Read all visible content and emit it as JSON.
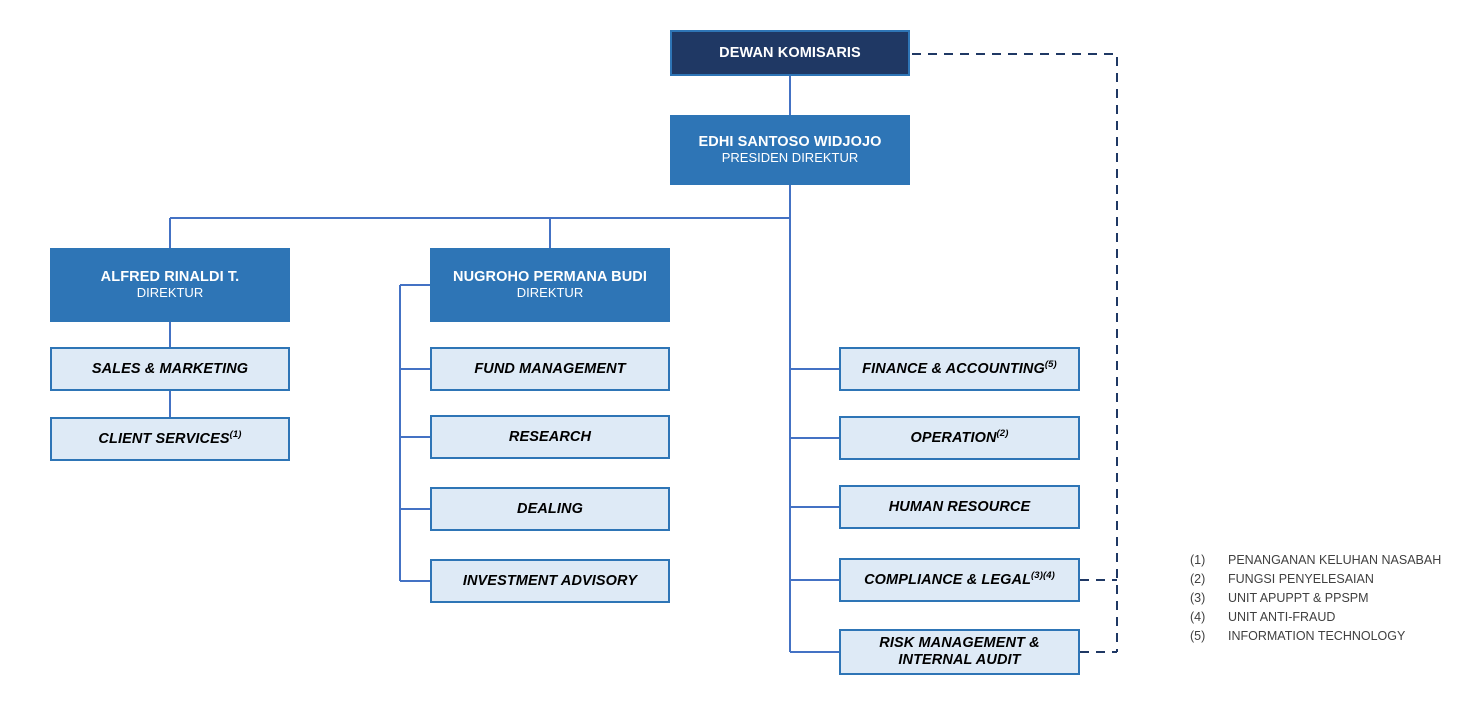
{
  "colors": {
    "dark_navy": "#1F3864",
    "mid_blue": "#2E75B6",
    "light_blue": "#DEEAF6",
    "connector": "#4472C4",
    "legend_text": "#404040"
  },
  "nodes": {
    "board": {
      "name": "DEWAN KOMISARIS"
    },
    "president": {
      "name": "EDHI SANTOSO WIDJOJO",
      "title": "PRESIDEN DIREKTUR"
    },
    "director_left": {
      "name": "ALFRED RINALDI T.",
      "title": "DIREKTUR"
    },
    "director_middle": {
      "name": "NUGROHO PERMANA BUDI",
      "title": "DIREKTUR"
    }
  },
  "units_left": [
    {
      "label": "SALES & MARKETING",
      "note": ""
    },
    {
      "label": "CLIENT SERVICES",
      "note": "(1)"
    }
  ],
  "units_middle": [
    {
      "label": "FUND MANAGEMENT",
      "note": ""
    },
    {
      "label": "RESEARCH",
      "note": ""
    },
    {
      "label": "DEALING",
      "note": ""
    },
    {
      "label": "INVESTMENT ADVISORY",
      "note": ""
    }
  ],
  "units_right": [
    {
      "label": "FINANCE & ACCOUNTING",
      "note": "(5)"
    },
    {
      "label": "OPERATION",
      "note": "(2)"
    },
    {
      "label": "HUMAN RESOURCE",
      "note": ""
    },
    {
      "label": "COMPLIANCE & LEGAL",
      "note": "(3)(4)"
    },
    {
      "label": "RISK MANAGEMENT &",
      "label2": "INTERNAL AUDIT",
      "note": ""
    }
  ],
  "legend": [
    {
      "num": "(1)",
      "text": "PENANGANAN KELUHAN NASABAH"
    },
    {
      "num": "(2)",
      "text": "FUNGSI PENYELESAIAN"
    },
    {
      "num": "(3)",
      "text": "UNIT APUPPT & PPSPM"
    },
    {
      "num": "(4)",
      "text": "UNIT ANTI-FRAUD"
    },
    {
      "num": "(5)",
      "text": "INFORMATION TECHNOLOGY"
    }
  ]
}
